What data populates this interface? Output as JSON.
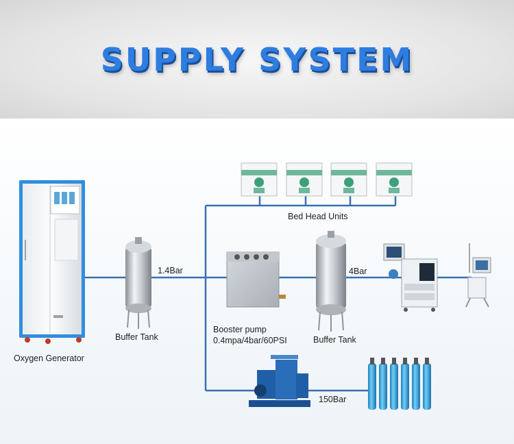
{
  "header": {
    "title": "SUPPLY SYSTEM"
  },
  "labels": {
    "oxygen_generator": "Oxygen Generator",
    "buffer_tank_1": "Buffer Tank",
    "pressure_1": "1.4Bar",
    "bed_head_units": "Bed Head Units",
    "booster_pump": "Booster pump",
    "booster_spec": "0.4mpa/4bar/60PSI",
    "buffer_tank_2": "Buffer Tank",
    "pressure_2": "4Bar",
    "pressure_3": "150Bar"
  },
  "colors": {
    "title": "#2e7de0",
    "pipe": "#3a6fb0",
    "generator_frame": "#2f8ee0"
  }
}
